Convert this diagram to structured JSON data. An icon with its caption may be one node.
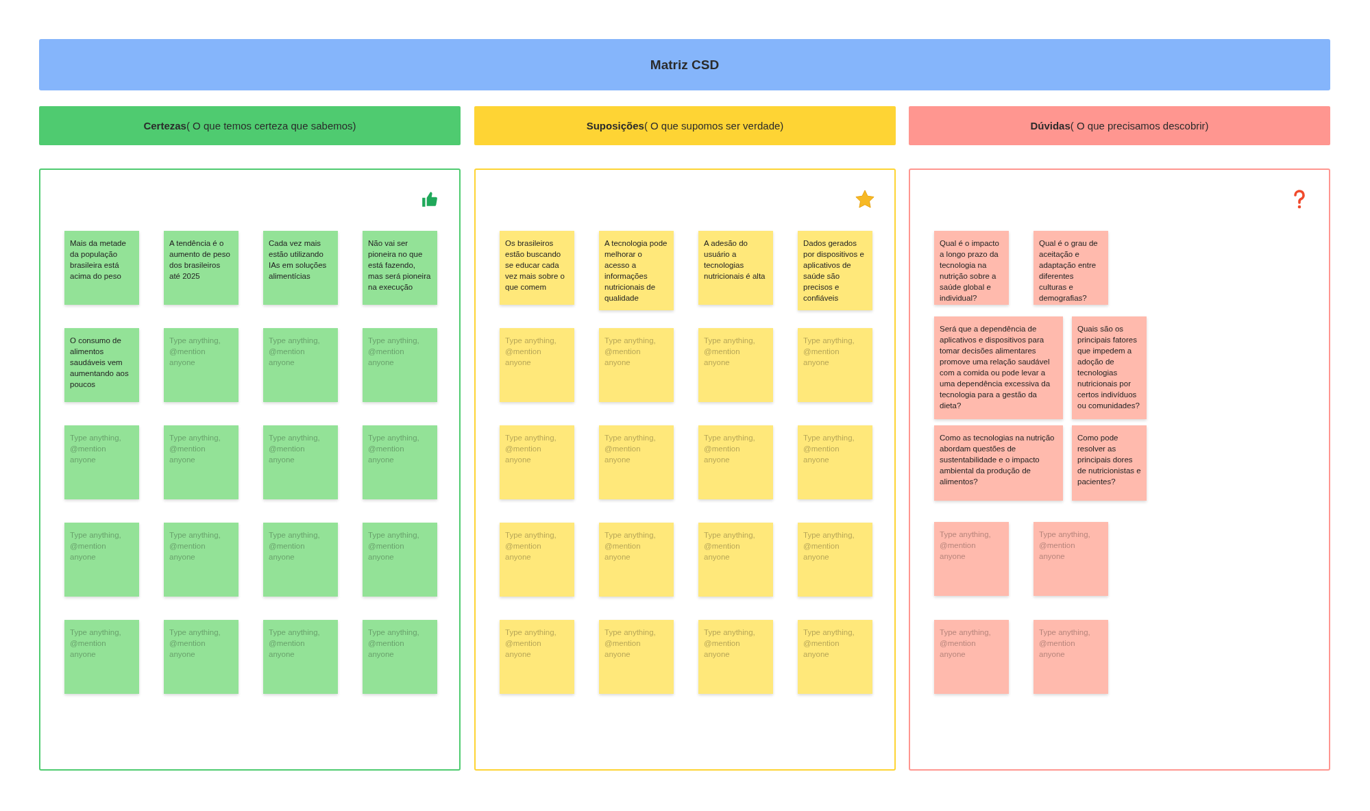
{
  "diagram": {
    "title": "Matriz CSD",
    "nodes": [
      {
        "text": [
          "**Certezas**( O que temos certeza que sabemos)"
        ]
      },
      {
        "text": [],
        "shape": "box"
      },
      {
        "text": [
          "Mais da metade da população brasileira está acima do peso"
        ],
        "in": 1
      },
      {
        "text": [
          "A tendência é o aumento de peso dos brasileiros até 2025"
        ],
        "in": 1
      },
      {
        "text": [
          "Cada vez mais estão utilizando IAs em soluções alimentícias"
        ],
        "in": 1
      },
      {
        "text": [
          "Não vai ser pioneira no que está fazendo, mas será pioneira na execução"
        ],
        "in": 1
      },
      {
        "text": [
          "O consumo de alimentos saudáveis vem aumentando aos poucos"
        ],
        "in": 1
      },
      {
        "text": [
          "Type anything, @mention anyone"
        ],
        "in": 1
      },
      {
        "text": [
          "Type anything, @mention anyone"
        ],
        "in": 1
      },
      {
        "text": [
          "Type anything, @mention anyone"
        ],
        "in": 1
      },
      {
        "text": [
          "Type anything, @mention anyone"
        ],
        "in": 1
      },
      {
        "text": [
          "Type anything, @mention anyone"
        ],
        "in": 1
      },
      {
        "text": [
          "Type anything, @mention anyone"
        ],
        "in": 1
      },
      {
        "text": [
          "Type anything, @mention anyone"
        ],
        "in": 1
      },
      {
        "text": [
          "Type anything, @mention anyone"
        ],
        "in": 1
      },
      {
        "text": [
          "Type anything, @mention anyone"
        ],
        "in": 1
      },
      {
        "text": [
          "Type anything, @mention anyone"
        ],
        "in": 1
      },
      {
        "text": [
          "Type anything, @mention anyone"
        ],
        "in": 1
      },
      {
        "text": [
          "Type anything, @mention anyone"
        ],
        "in": 1
      },
      {
        "text": [
          "Type anything, @mention anyone"
        ],
        "in": 1
      },
      {
        "text": [
          "Type anything, @mention anyone"
        ],
        "in": 1
      },
      {
        "text": [
          "Type anything, @mention anyone"
        ],
        "in": 1
      },
      {
        "text": [
          "**Suposições**( O que supomos ser verdade)"
        ]
      },
      {
        "text": [],
        "shape": "box"
      },
      {
        "text": [
          "Os brasileiros estão buscando se educar cada vez mais sobre o que comem"
        ],
        "in": 23
      },
      {
        "text": [
          "A tecnologia pode melhorar o acesso a informações nutricionais de qualidade"
        ],
        "in": 23
      },
      {
        "text": [
          "A adesão do usuário a tecnologias nutricionais é alta"
        ],
        "in": 23
      },
      {
        "text": [
          "Dados gerados por dispositivos e aplicativos de saúde são precisos e confiáveis"
        ],
        "in": 23
      },
      {
        "text": [
          "Type anything, @mention anyone"
        ],
        "in": 23
      },
      {
        "text": [
          "Type anything, @mention anyone"
        ],
        "in": 23
      },
      {
        "text": [
          "Type anything, @mention anyone"
        ],
        "in": 23
      },
      {
        "text": [
          "Type anything, @mention anyone"
        ],
        "in": 23
      },
      {
        "text": [
          "Type anything, @mention anyone"
        ],
        "in": 23
      },
      {
        "text": [
          "Type anything, @mention anyone"
        ],
        "in": 23
      },
      {
        "text": [
          "Type anything, @mention anyone"
        ],
        "in": 23
      },
      {
        "text": [
          "Type anything, @mention anyone"
        ],
        "in": 23
      },
      {
        "text": [
          "Type anything, @mention anyone"
        ],
        "in": 23
      },
      {
        "text": [
          "Type anything, @mention anyone"
        ],
        "in": 23
      },
      {
        "text": [
          "Type anything, @mention anyone"
        ],
        "in": 23
      },
      {
        "text": [
          "Type anything, @mention anyone"
        ],
        "in": 23
      },
      {
        "text": [
          "Type anything, @mention anyone"
        ],
        "in": 23
      },
      {
        "text": [
          "Type anything, @mention anyone"
        ],
        "in": 23
      },
      {
        "text": [
          "Type anything, @mention anyone"
        ],
        "in": 23
      },
      {
        "text": [
          "Type anything, @mention anyone"
        ],
        "in": 23
      },
      {
        "text": [
          "**Dúvidas**( O que precisamos descobrir)"
        ]
      },
      {
        "text": [],
        "shape": "box"
      },
      {
        "text": [
          "Qual é o impacto a longo prazo da tecnologia na nutrição sobre a saúde global e individual?"
        ],
        "in": 45
      },
      {
        "text": [
          "Qual é o grau de aceitação e adaptação entre diferentes culturas e demografias?"
        ],
        "in": 45
      },
      {
        "text": [
          "Será que a dependência de aplicativos e dispositivos para tomar decisões alimentares promove uma relação saudável com a comida ou pode levar a uma dependência excessiva da tecnologia para a gestão da dieta?"
        ],
        "in": 45
      },
      {
        "text": [
          "Quais são os principais fatores que impedem a adoção de tecnologias nutricionais por certos indivíduos ou comunidades?"
        ],
        "in": 45
      },
      {
        "text": [
          "Como as tecnologias na nutrição abordam questões de sustentabilidade e o impacto ambiental da produção de alimentos?"
        ],
        "in": 45
      },
      {
        "text": [
          "Como pode resolver as principais dores de nutricionistas e pacientes?"
        ],
        "in": 45
      },
      {
        "text": [
          "Type anything, @mention anyone"
        ],
        "in": 45
      },
      {
        "text": [
          "Type anything, @mention anyone"
        ],
        "in": 45
      },
      {
        "text": [
          "Type anything, @mention anyone"
        ],
        "in": 45
      },
      {
        "text": [
          "Type anything, @mention anyone"
        ],
        "in": 45
      }
    ]
  }
}
